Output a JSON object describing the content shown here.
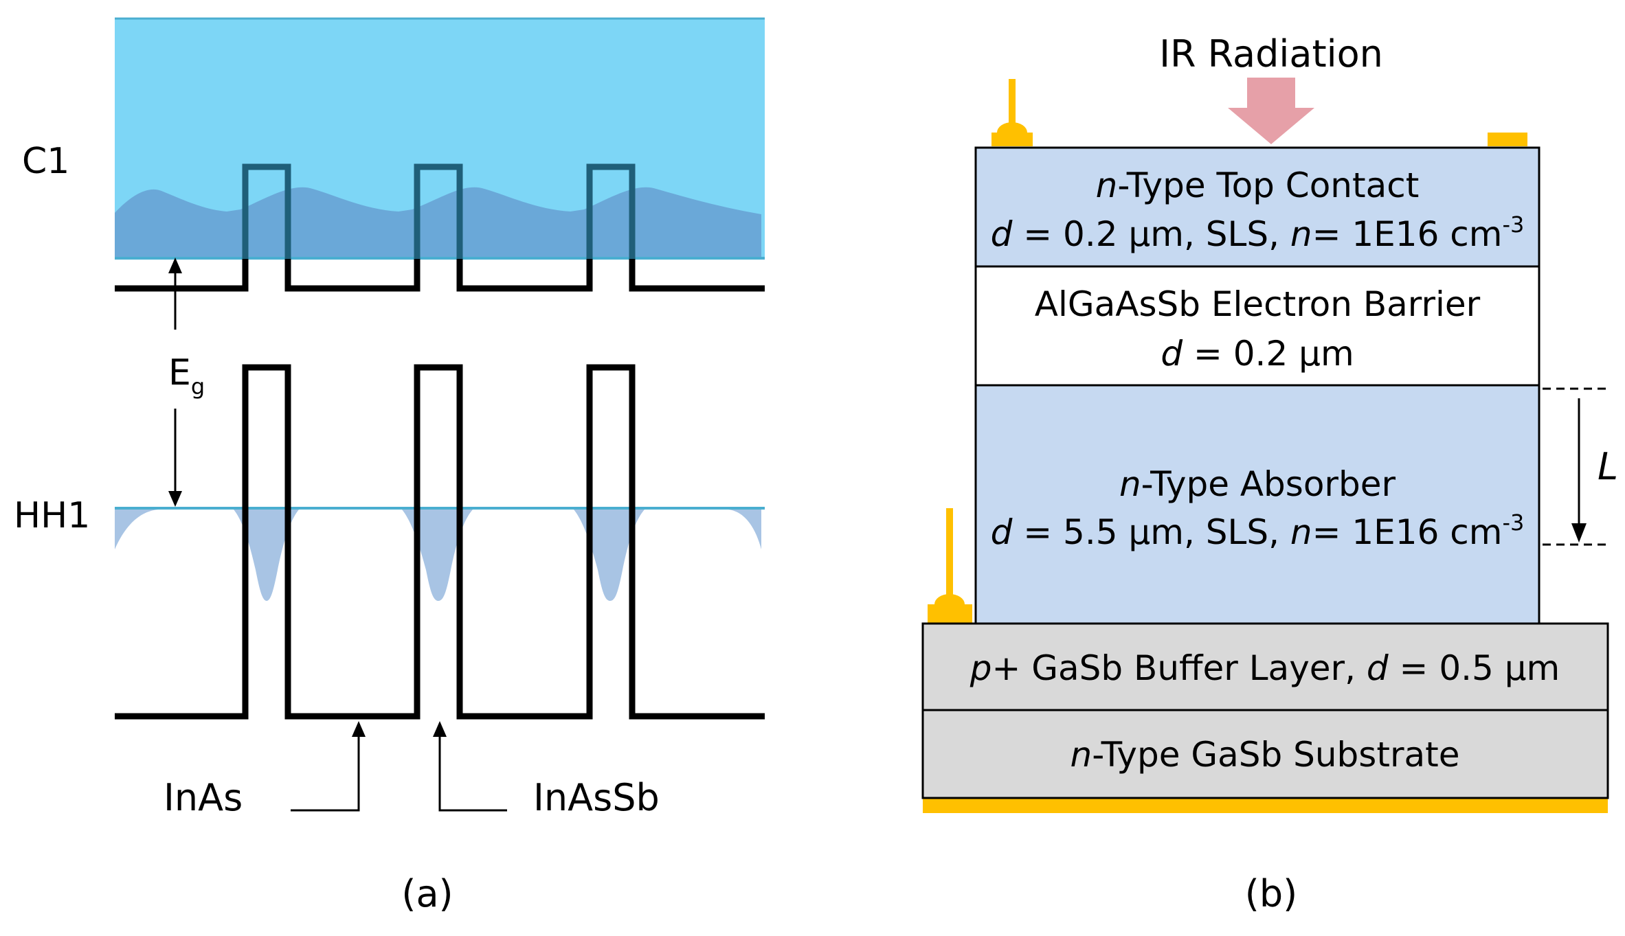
{
  "panel_a": {
    "caption": "(a)",
    "label_c1": "C1",
    "label_eg_main": "E",
    "label_eg_sub": "g",
    "label_hh1": "HH1",
    "label_inas": "InAs",
    "label_inassb": "InAsSb"
  },
  "panel_b": {
    "caption": "(b)",
    "ir_label": "IR Radiation",
    "dimension_label": "L",
    "layers": {
      "top_contact": {
        "title_italic": "n",
        "title_rest": "-Type Top Contact",
        "d_italic": "d",
        "d_rest": " = 0.2 µm, SLS, ",
        "n_italic": "n",
        "n_rest": "= 1E16 cm",
        "sup": "-3"
      },
      "barrier": {
        "title": "AlGaAsSb Electron Barrier",
        "d_italic": "d",
        "d_rest": " = 0.2 µm"
      },
      "absorber": {
        "title_italic": "n",
        "title_rest": "-Type Absorber",
        "d_italic": "d",
        "d_rest": " = 5.5 µm, SLS, ",
        "n_italic": "n",
        "n_rest": "= 1E16 cm",
        "sup": "-3"
      },
      "buffer": {
        "p_italic": "p",
        "text": "+ GaSb Buffer Layer, ",
        "d_italic": "d",
        "d_rest": " = 0.5 µm"
      },
      "substrate": {
        "n_italic": "n",
        "text": "-Type GaSb Substrate"
      }
    }
  },
  "colors": {
    "band_fill": "#7dd6f6",
    "wave_fill": "#6aa8d8",
    "level_line": "#4aaed0",
    "hh_wave": "#a8c4e4",
    "layer_blue": "#c6d9f1",
    "layer_gray": "#d9d9d9",
    "contact_gold": "#ffc000",
    "arrow_pink": "#e6a0a8"
  }
}
